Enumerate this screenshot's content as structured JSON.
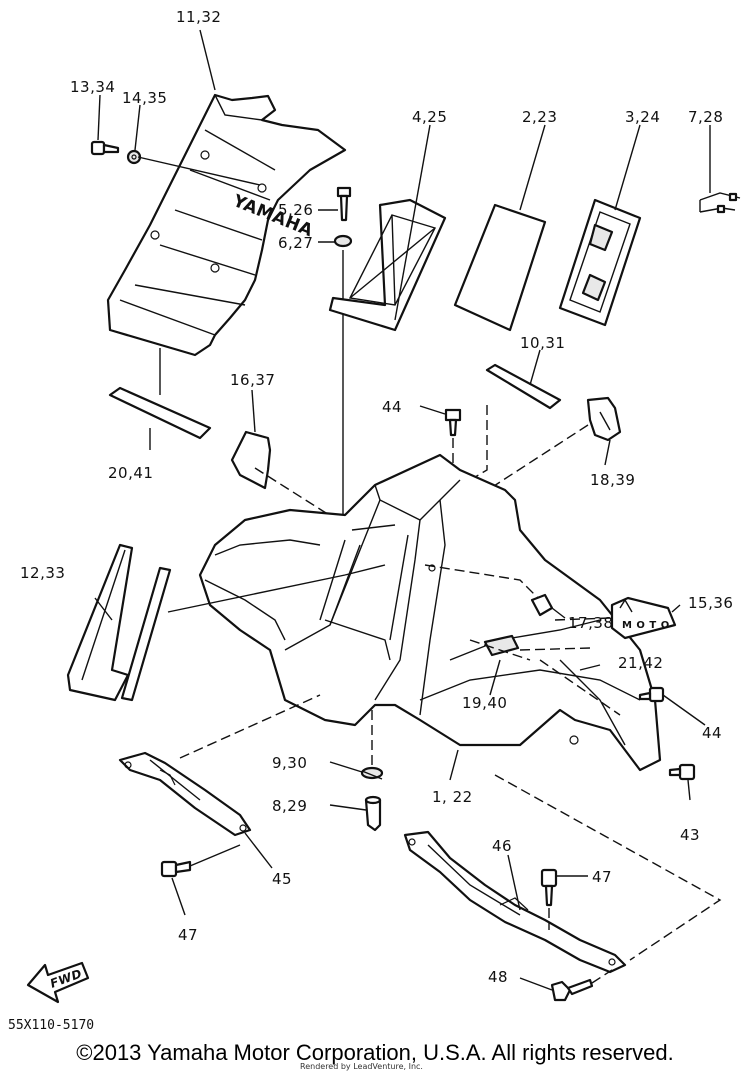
{
  "labels": {
    "l_11_32": "11,32",
    "l_13_34": "13,34",
    "l_14_35": "14,35",
    "l_4_25": "4,25",
    "l_2_23": "2,23",
    "l_3_24": "3,24",
    "l_7_28": "7,28",
    "l_5_26": "5,26",
    "l_6_27": "6,27",
    "l_10_31": "10,31",
    "l_16_37": "16,37",
    "l_44a": "44",
    "l_18_39": "18,39",
    "l_20_41": "20,41",
    "l_12_33": "12,33",
    "l_15_36": "15,36",
    "l_17_38": "17,38",
    "l_21_42": "21,42",
    "l_19_40": "19,40",
    "l_44b": "44",
    "l_9_30": "9,30",
    "l_1_22": "1, 22",
    "l_8_29": "8,29",
    "l_43": "43",
    "l_45": "45",
    "l_46": "46",
    "l_47a": "47",
    "l_47b": "47",
    "l_48": "48"
  },
  "decal_text": "YAMAHA",
  "fwd_text": "FWD",
  "doc_number": "55X110-5170",
  "copyright": "©2013 Yamaha Motor Corporation, U.S.A. All rights reserved.",
  "rendered_by": "Rendered by LeadVenture, Inc."
}
